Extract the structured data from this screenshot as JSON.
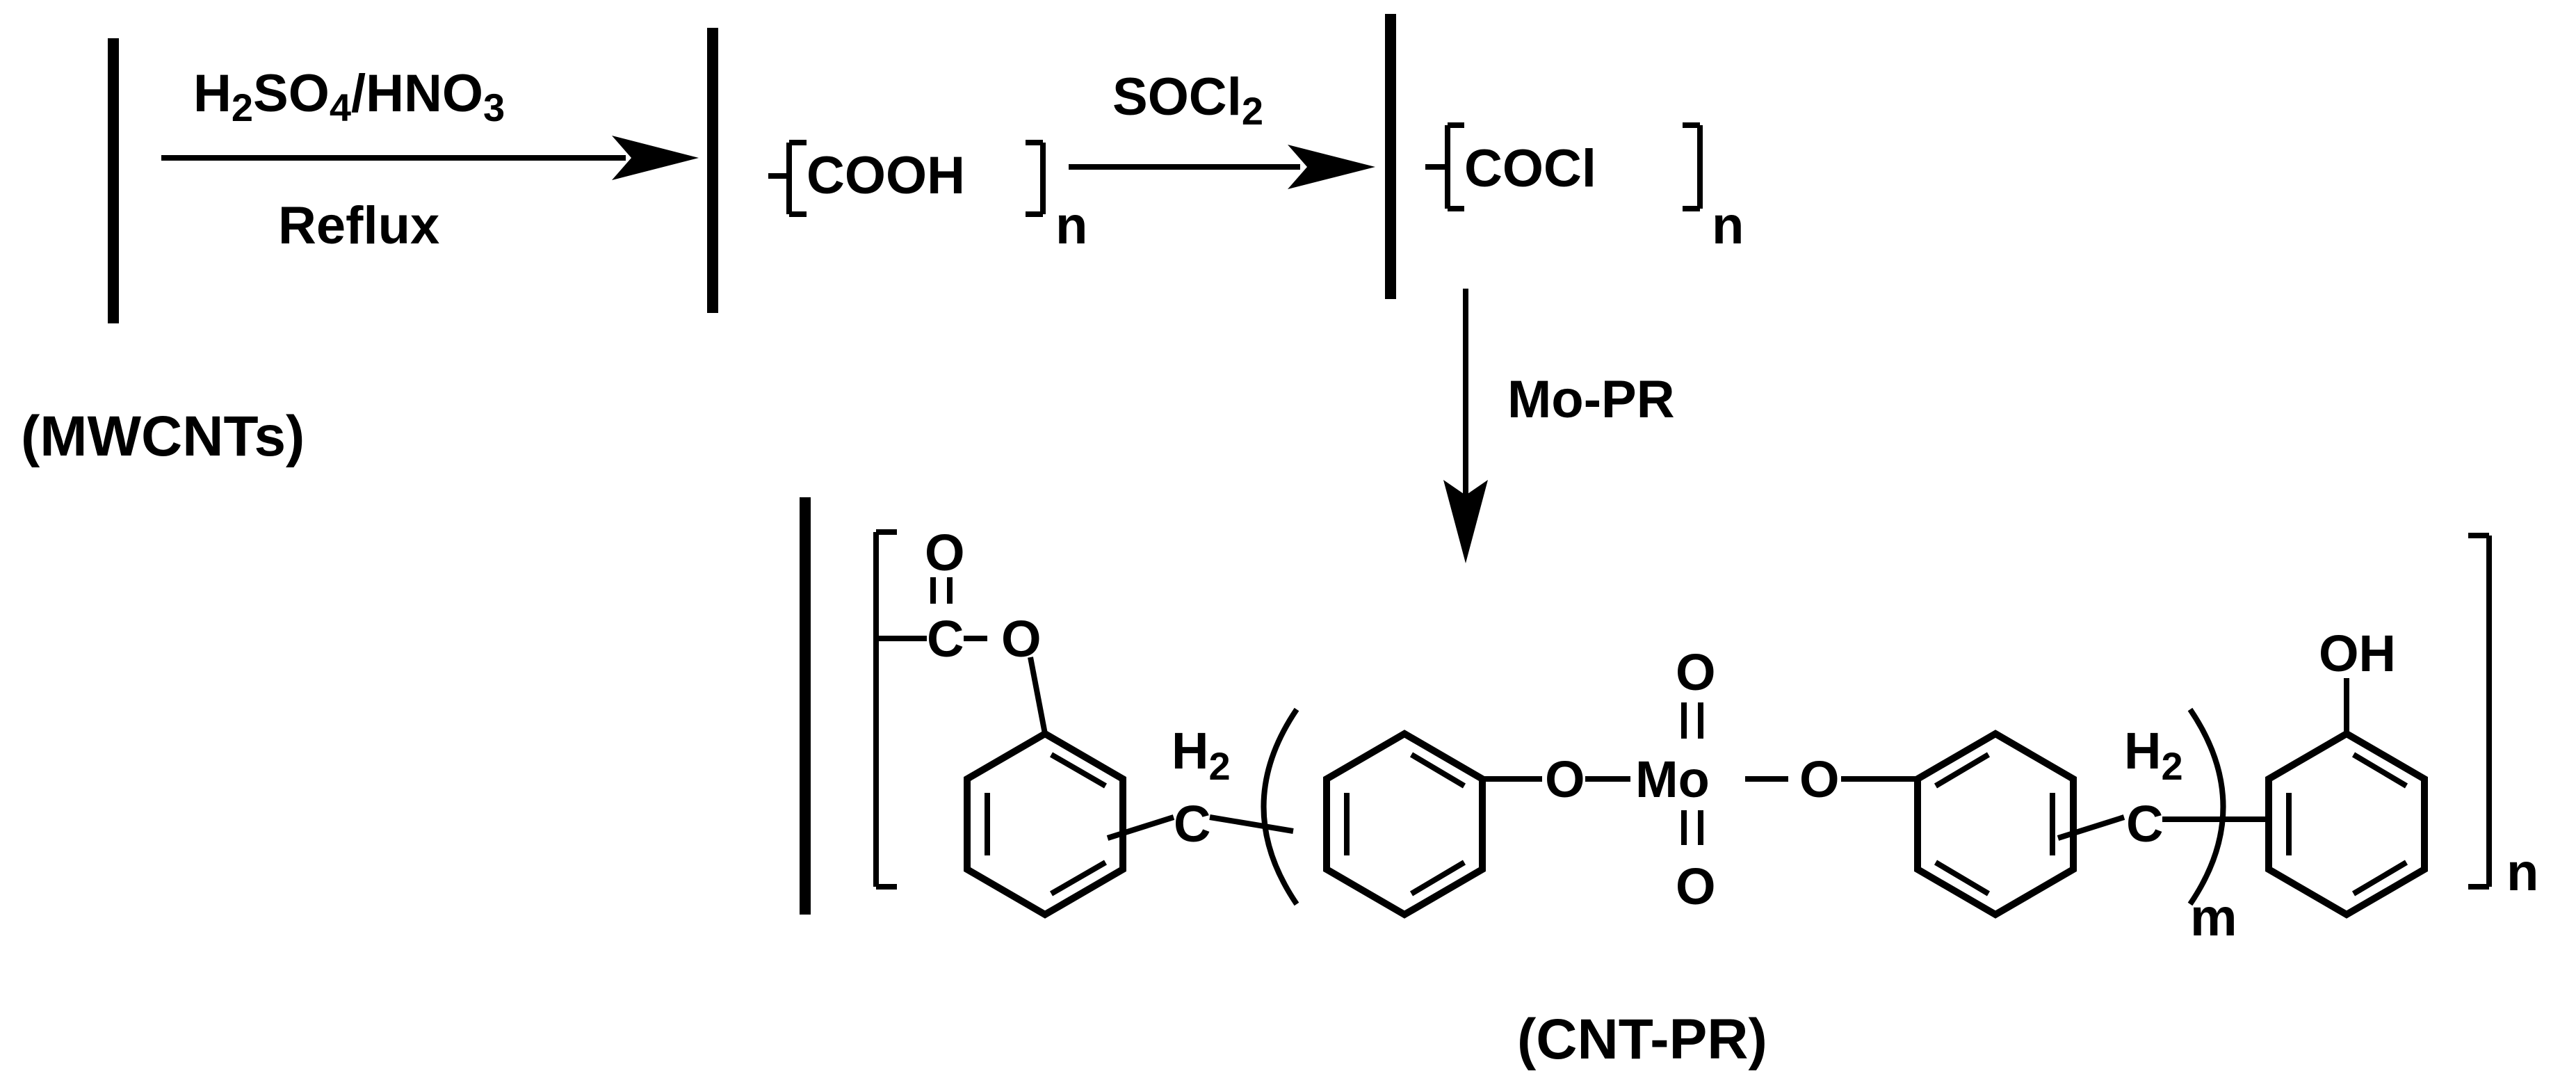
{
  "start_label": "(MWCNTs)",
  "step1": {
    "reagent_prefix": "H",
    "reagent_sub1": "2",
    "reagent_mid": "SO",
    "reagent_sub2": "4",
    "reagent_mid2": "/HNO",
    "reagent_sub3": "3",
    "condition": "Reflux"
  },
  "intermediate1": {
    "group": "COOH",
    "repeat": "n"
  },
  "step2": {
    "reagent": "SOCl",
    "reagent_sub": "2"
  },
  "intermediate2": {
    "group": "COCl",
    "repeat": "n"
  },
  "step3": {
    "reagent": "Mo-PR"
  },
  "product": {
    "label": "(CNT-PR)",
    "carbonyl_o": "O",
    "carbonyl_c": "C",
    "ester_o": "O",
    "ch2_h": "H",
    "ch2_sub": "2",
    "ch2_c": "C",
    "phenoxy_o_left": "O",
    "metal": "Mo",
    "mo_o_top": "O",
    "mo_o_bottom": "O",
    "phenoxy_o_right": "O",
    "ch2b_h": "H",
    "ch2b_sub": "2",
    "ch2b_c": "C",
    "hydroxyl": "OH",
    "inner_repeat": "m",
    "outer_repeat": "n"
  }
}
